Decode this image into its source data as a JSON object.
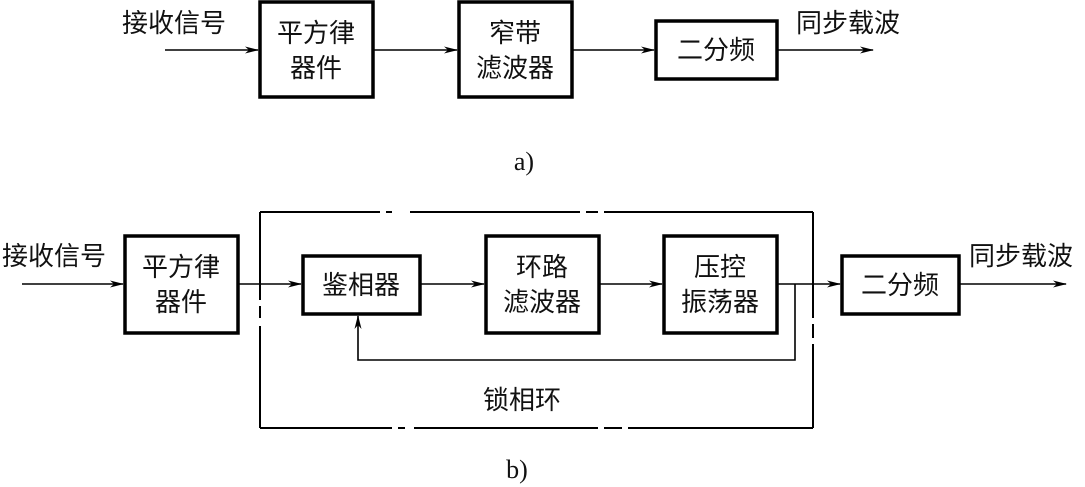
{
  "diagram_a": {
    "caption": "a)",
    "input_label": "接收信号",
    "output_label": "同步载波",
    "blocks": [
      {
        "id": "square-law",
        "lines": [
          "平方律",
          "器件"
        ]
      },
      {
        "id": "narrowband-filter",
        "lines": [
          "窄带",
          "滤波器"
        ]
      },
      {
        "id": "divide-by-two",
        "lines": [
          "二分频"
        ]
      }
    ],
    "connections": [
      [
        "input",
        "square-law"
      ],
      [
        "square-law",
        "narrowband-filter"
      ],
      [
        "narrowband-filter",
        "divide-by-two"
      ],
      [
        "divide-by-two",
        "output"
      ]
    ]
  },
  "diagram_b": {
    "caption": "b)",
    "input_label": "接收信号",
    "output_label": "同步载波",
    "pll_label": "锁相环",
    "blocks": [
      {
        "id": "square-law",
        "lines": [
          "平方律",
          "器件"
        ]
      },
      {
        "id": "phase-detector",
        "lines": [
          "鉴相器"
        ]
      },
      {
        "id": "loop-filter",
        "lines": [
          "环路",
          "滤波器"
        ]
      },
      {
        "id": "vco",
        "lines": [
          "压控",
          "振荡器"
        ]
      },
      {
        "id": "divide-by-two",
        "lines": [
          "二分频"
        ]
      }
    ],
    "connections": [
      [
        "input",
        "square-law"
      ],
      [
        "square-law",
        "phase-detector"
      ],
      [
        "phase-detector",
        "loop-filter"
      ],
      [
        "loop-filter",
        "vco"
      ],
      [
        "vco",
        "divide-by-two"
      ],
      [
        "vco",
        "phase-detector",
        "feedback"
      ],
      [
        "divide-by-two",
        "output"
      ]
    ]
  }
}
